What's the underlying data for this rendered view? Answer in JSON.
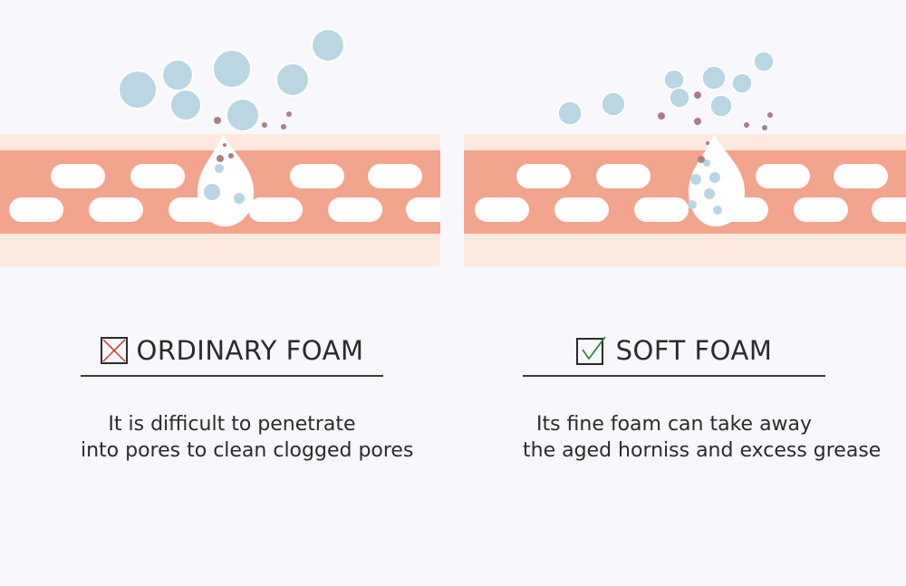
{
  "colors": {
    "background": "#f8f7fb",
    "skin_light": "#fde9de",
    "skin_band": "#f3a48c",
    "cell": "#ffffff",
    "bubble": "#b9d6e2",
    "particle": "#a98088",
    "cross_mark": "#c0392b",
    "check_mark": "#2e8b3e"
  },
  "left_panel": {
    "mark_icon": "cross-icon",
    "title": "ORDINARY FOAM",
    "description_lines": [
      "It is difficult to penetrate",
      "into pores to clean clogged pores"
    ]
  },
  "right_panel": {
    "mark_icon": "check-icon",
    "title": "SOFT FOAM",
    "description_lines": [
      "Its fine foam can take away",
      "the aged horniss and excess grease"
    ]
  }
}
